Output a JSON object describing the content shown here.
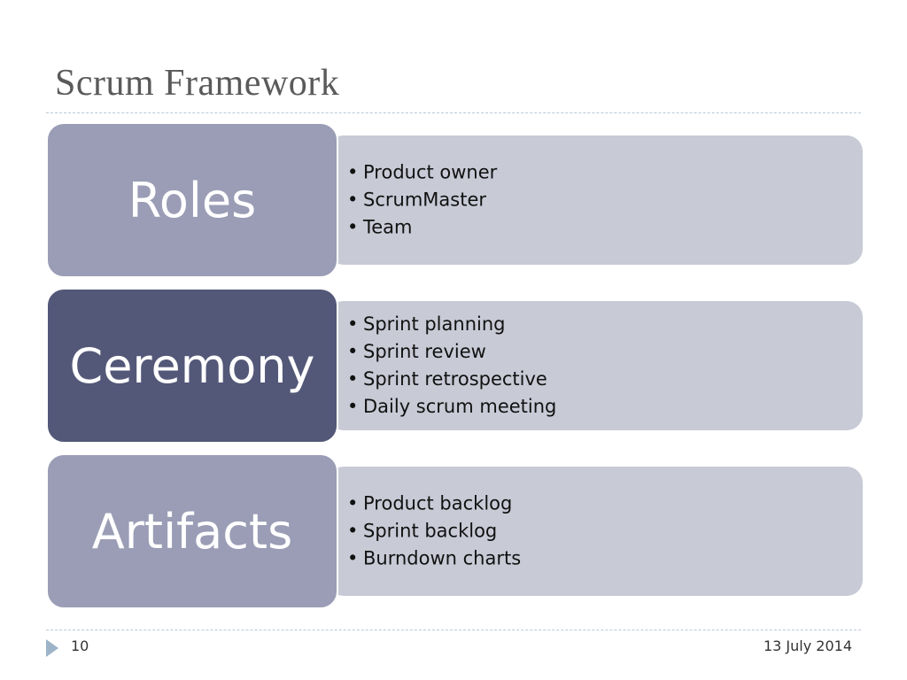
{
  "title": "Scrum Framework",
  "sections": [
    {
      "label": "Roles",
      "items": [
        "Product owner",
        "ScrumMaster",
        "Team"
      ]
    },
    {
      "label": "Ceremony",
      "items": [
        "Sprint planning",
        "Sprint review",
        "Sprint retrospective",
        "Daily scrum meeting"
      ]
    },
    {
      "label": "Artifacts",
      "items": [
        "Product backlog",
        "Sprint backlog",
        "Burndown charts"
      ]
    }
  ],
  "footer": {
    "page_number": "10",
    "date": "13 July 2014"
  },
  "colors": {
    "label_light": "#9a9db5",
    "label_dark": "#535878",
    "detail_bg": "#c8cad6",
    "accent_arrow": "#9db3c8"
  }
}
